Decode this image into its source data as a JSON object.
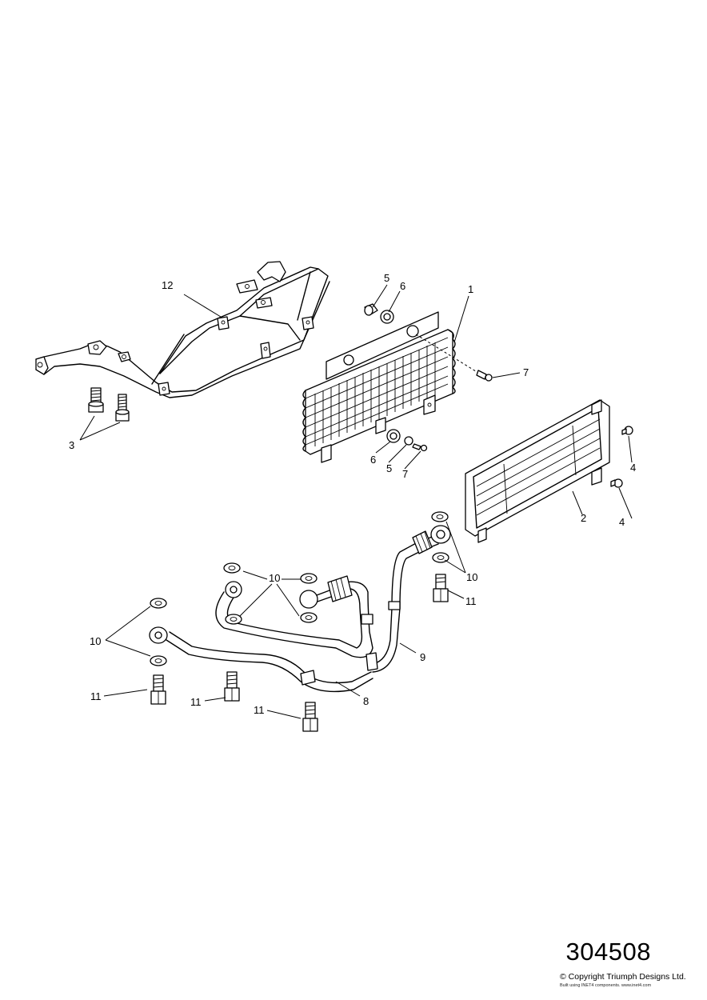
{
  "drawing_number": "304508",
  "copyright": "© Copyright Triumph Designs Ltd.",
  "copyright_sub": "Built using INET4 components. www.inet4.com",
  "callouts": {
    "c1": "1",
    "c2": "2",
    "c3": "3",
    "c4a": "4",
    "c4b": "4",
    "c5a": "5",
    "c5b": "5",
    "c6a": "6",
    "c6b": "6",
    "c7a": "7",
    "c7b": "7",
    "c8": "8",
    "c9": "9",
    "c10a": "10",
    "c10b": "10",
    "c10c": "10",
    "c11a": "11",
    "c11b": "11",
    "c11c": "11",
    "c11d": "11",
    "c12": "12"
  }
}
